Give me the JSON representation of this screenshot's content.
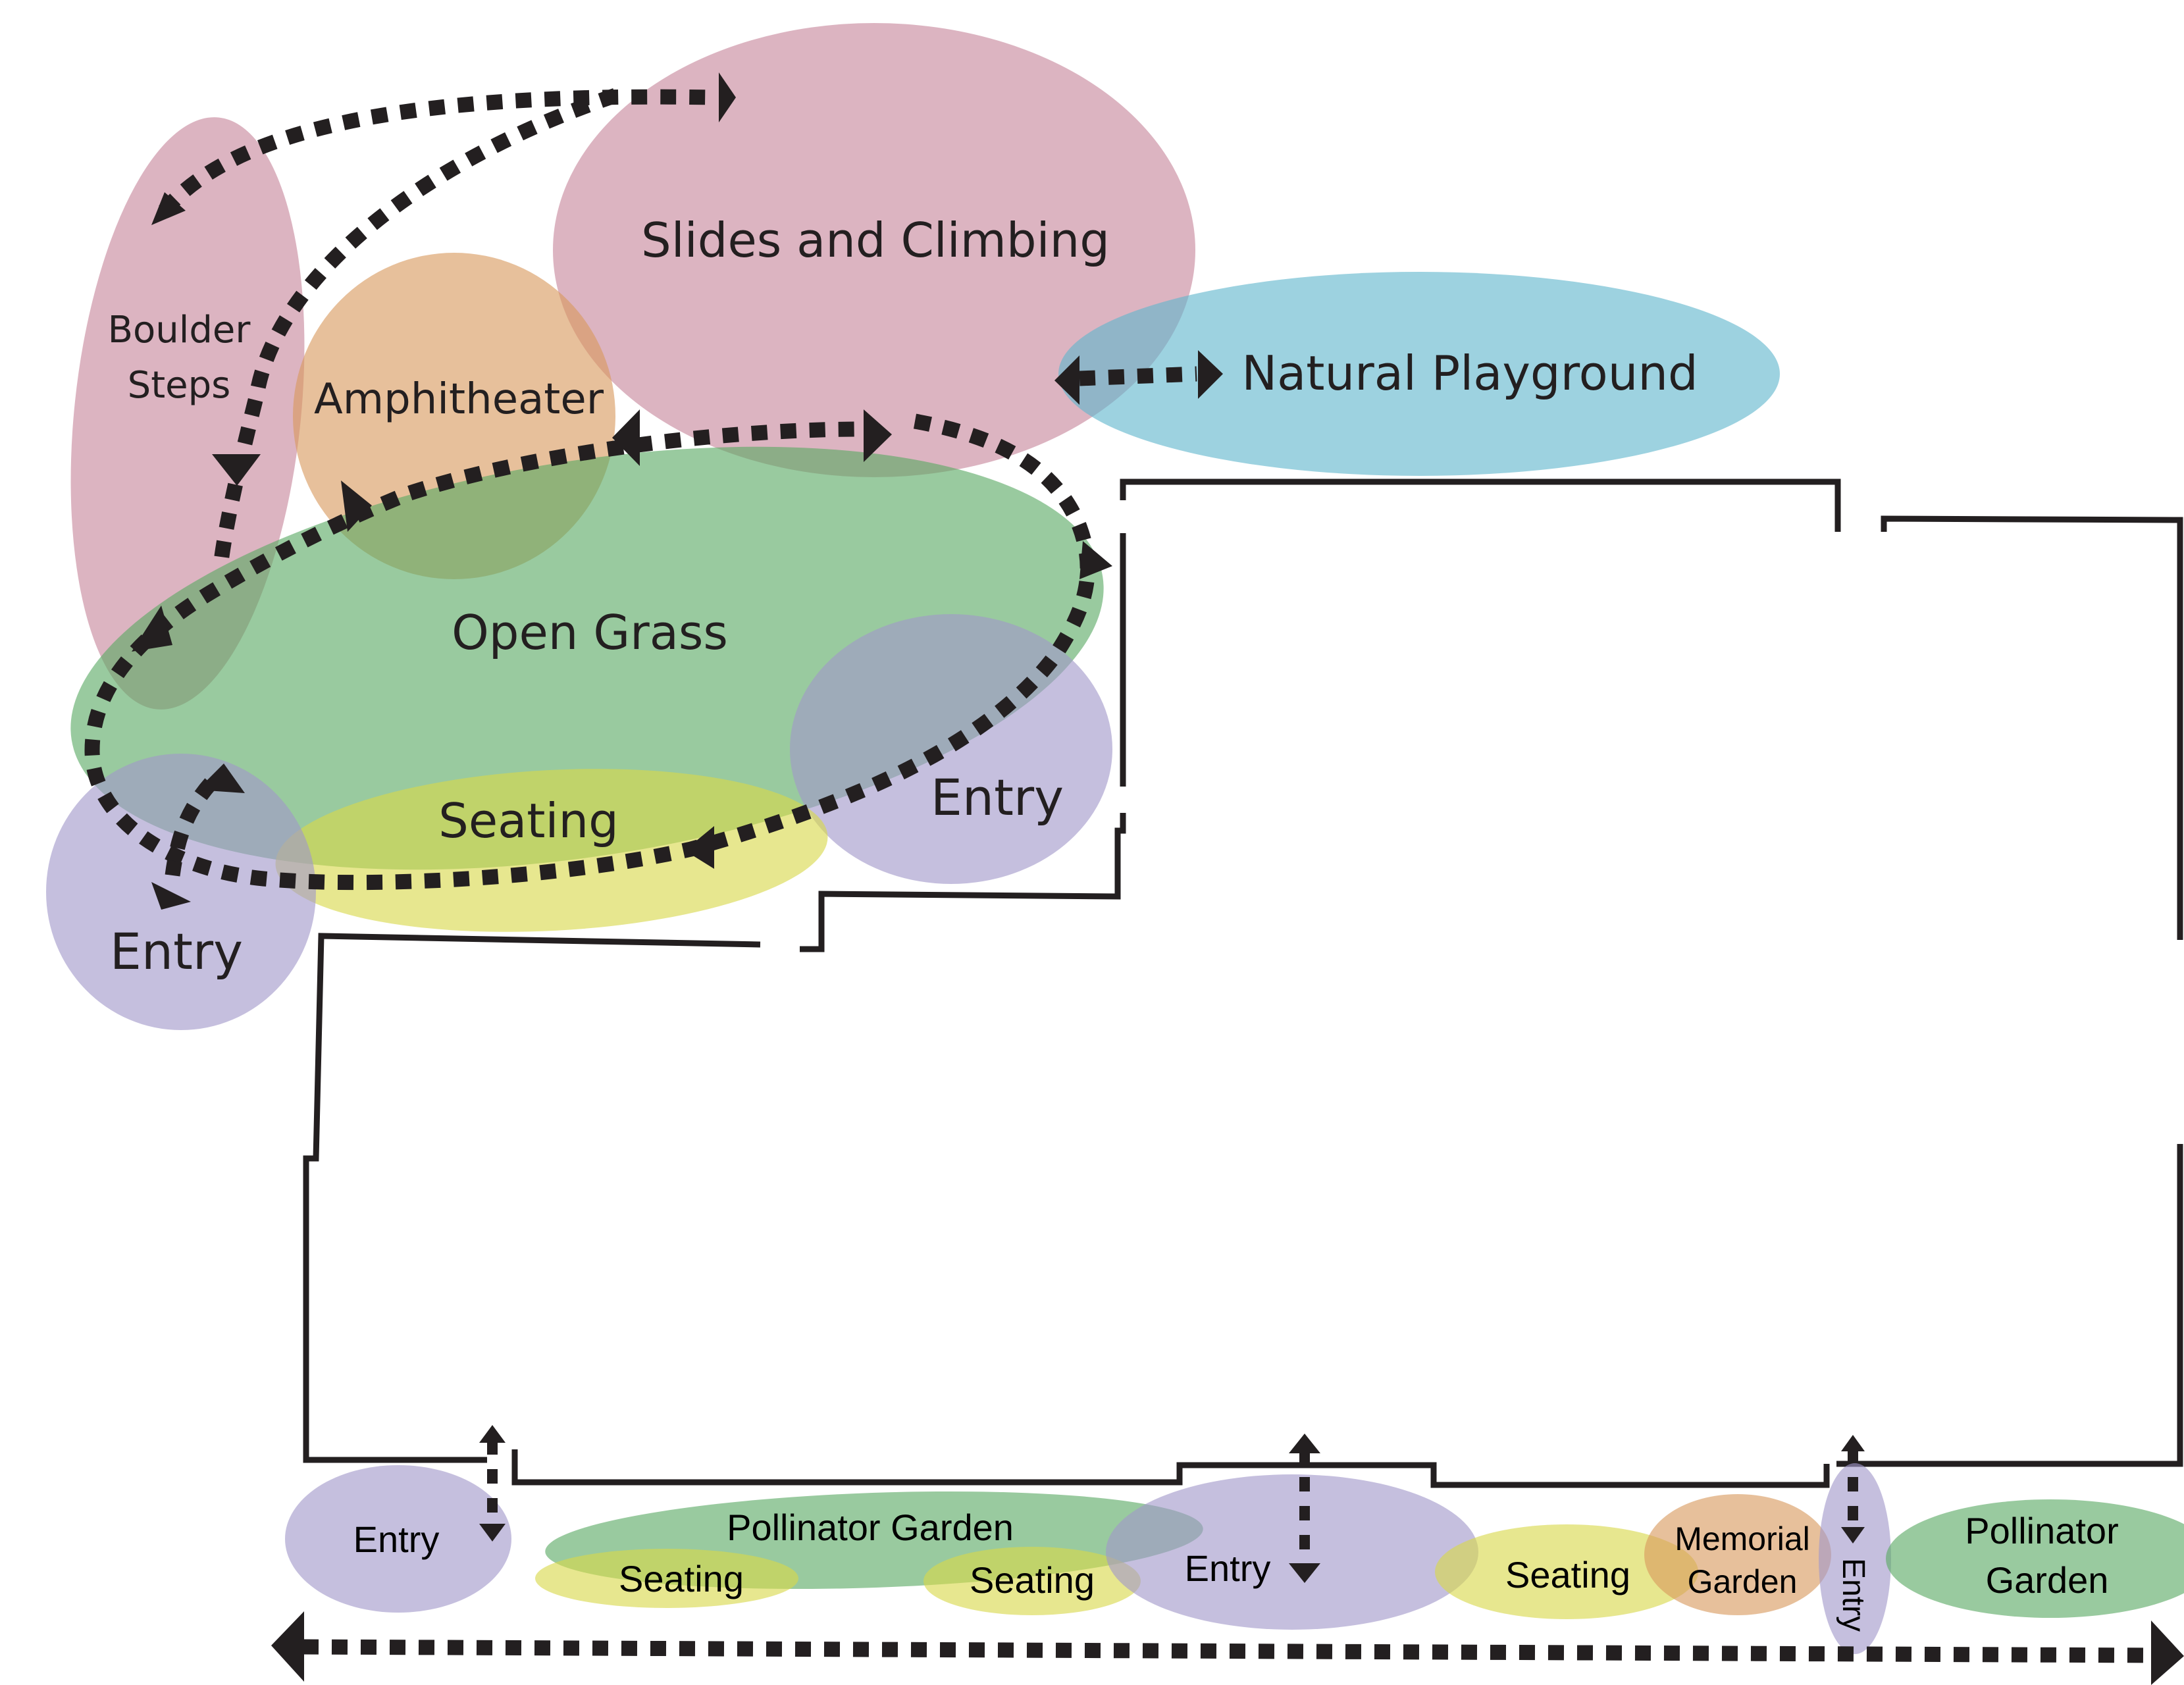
{
  "colors": {
    "rose": "#c6869b",
    "orange": "#d89a5e",
    "green": "#5aa964",
    "sky": "#61b6cd",
    "lavender": "#a297c9",
    "yellow": "#d8d94a",
    "ink": "#231f20"
  },
  "upper_zones": {
    "boulder_steps_line1": "Boulder",
    "boulder_steps_line2": "Steps",
    "slides_climbing": "Slides and Climbing",
    "amphitheater": "Amphitheater",
    "natural_playground": "Natural Playground",
    "open_grass": "Open Grass",
    "seating": "Seating",
    "entry_east": "Entry",
    "entry_west": "Entry"
  },
  "street_zones": {
    "entry_1": "Entry",
    "pollinator_garden_1": "Pollinator Garden",
    "seating_1": "Seating",
    "seating_2": "Seating",
    "entry_2": "Entry",
    "seating_3": "Seating",
    "memorial_garden_line1": "Memorial",
    "memorial_garden_line2": "Garden",
    "entry_3": "Entry",
    "pollinator_garden_2_line1": "Pollinator",
    "pollinator_garden_2_line2": "Garden"
  }
}
